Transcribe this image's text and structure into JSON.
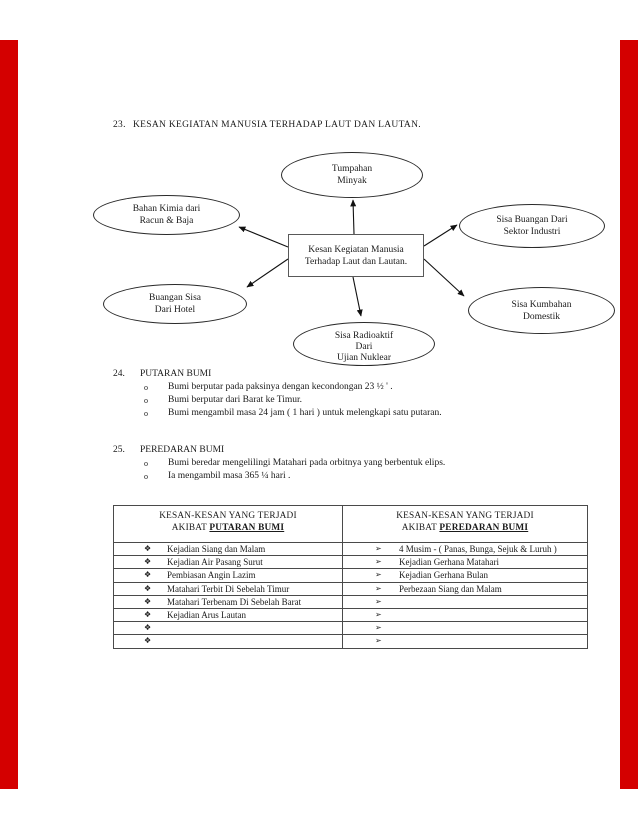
{
  "page": {
    "side_bar_color": "#d40000",
    "background": "#ffffff"
  },
  "section23": {
    "number": "23.",
    "title": "KESAN KEGIATAN MANUSIA TERHADAP LAUT DAN LAUTAN."
  },
  "diagram": {
    "center": {
      "lines": [
        "Kesan Kegiatan Manusia",
        "Terhadap Laut dan Lautan."
      ]
    },
    "nodes": {
      "tumpahan": {
        "lines": [
          "Tumpahan",
          "Minyak"
        ]
      },
      "bahan_kimia": {
        "lines": [
          "Bahan Kimia dari",
          "Racun & Baja"
        ]
      },
      "sisa_buangan": {
        "lines": [
          "Sisa Buangan Dari",
          "Sektor Industri"
        ]
      },
      "buangan_sisa": {
        "lines": [
          "Buangan Sisa",
          "Dari Hotel"
        ]
      },
      "sisa_kumbahan": {
        "lines": [
          "Sisa Kumbahan",
          "Domestik"
        ]
      },
      "sisa_radioaktif": {
        "lines": [
          "Sisa Radioaktif",
          "Dari",
          "Ujian Nuklear"
        ]
      }
    }
  },
  "section24": {
    "number": "24.",
    "title": "PUTARAN BUMI",
    "bullet": "o",
    "items": [
      "Bumi berputar pada paksinya dengan kecondongan 23 ½ ' .",
      "Bumi berputar dari Barat ke Timur.",
      "Bumi mengambil masa 24 jam ( 1 hari ) untuk melengkapi satu putaran."
    ]
  },
  "section25": {
    "number": "25.",
    "title": "PEREDARAN BUMI",
    "bullet": "o",
    "items": [
      "Bumi beredar mengelilingi Matahari pada orbitnya yang berbentuk elips.",
      "Ia mengambil masa 365  ¼ hari ."
    ]
  },
  "table": {
    "left_bullet": "❖",
    "right_bullet": "➢",
    "headers": [
      {
        "line1": "KESAN-KESAN YANG TERJADI",
        "prefix": "AKIBAT ",
        "emphasis": "PUTARAN BUMI"
      },
      {
        "line1": "KESAN-KESAN YANG TERJADI",
        "prefix": "AKIBAT ",
        "emphasis": "PEREDARAN BUMI"
      }
    ],
    "rows": [
      {
        "left": "Kejadian Siang dan Malam",
        "right": "4  Musim - ( Panas, Bunga, Sejuk & Luruh )"
      },
      {
        "left": "Kejadian Air Pasang Surut",
        "right": "Kejadian Gerhana  Matahari"
      },
      {
        "left": "Pembiasan Angin Lazim",
        "right": "Kejadian Gerhana  Bulan"
      },
      {
        "left": "Matahari Terbit Di Sebelah Timur",
        "right": "Perbezaan Siang dan  Malam"
      },
      {
        "left": "Matahari Terbenam Di Sebelah Barat",
        "right": ""
      },
      {
        "left": "Kejadian Arus Lautan",
        "right": ""
      },
      {
        "left": "",
        "right": ""
      },
      {
        "left": "",
        "right": ""
      }
    ]
  }
}
